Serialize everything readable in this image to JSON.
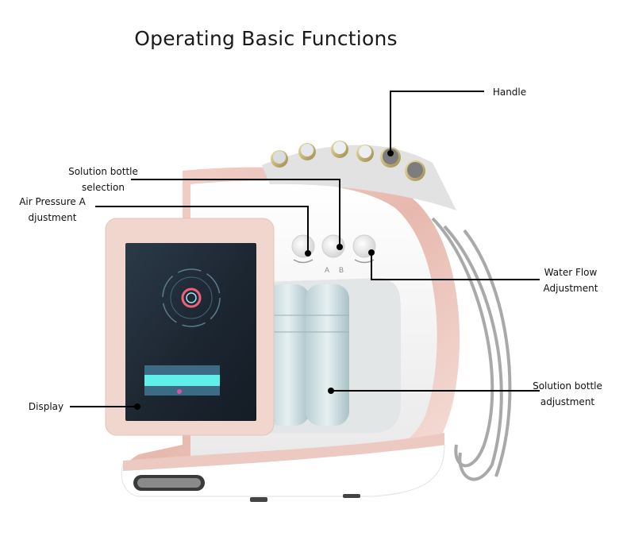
{
  "title": "Operating Basic Functions",
  "callouts": {
    "handle": {
      "lines": [
        "Handle"
      ]
    },
    "solution_bottle_selection": {
      "lines": [
        "Solution bottle",
        "selection"
      ]
    },
    "air_pressure": {
      "lines": [
        "Air Pressure A",
        "djustment"
      ]
    },
    "water_flow": {
      "lines": [
        "Water Flow",
        "Adjustment"
      ]
    },
    "solution_bottle_adjustment": {
      "lines": [
        "Solution bottle",
        "adjustment"
      ]
    },
    "display": {
      "lines": [
        "Display"
      ]
    }
  },
  "knob_labels": [
    "A",
    "B"
  ],
  "colors": {
    "rose_gold": "#e8bfb5",
    "shell_white": "#f4f4f4",
    "screen_dark": "#1e2a36",
    "screen_accent_cyan": "#5ff0ec",
    "ring_pink": "#f0607a",
    "tube_gray": "#a8a8a8",
    "leader_line": "#000000"
  }
}
